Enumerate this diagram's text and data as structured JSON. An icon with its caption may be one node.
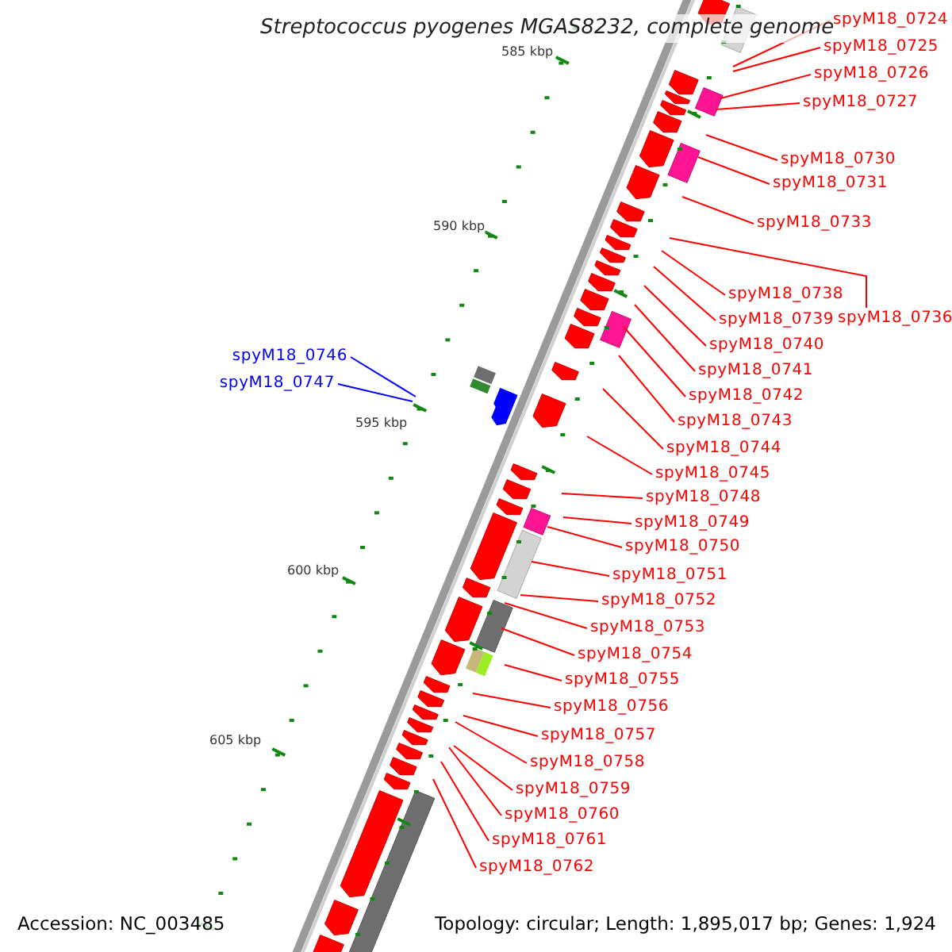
{
  "diagram": {
    "title": "Streptococcus pyogenes MGAS8232, complete genome",
    "nodes": [
      {
        "text": [
          "spyM18_0724"
        ]
      },
      {
        "text": [
          "spyM18_0725"
        ]
      },
      {
        "text": [
          "spyM18_0726"
        ]
      },
      {
        "text": [
          "spyM18_0727"
        ]
      },
      {
        "text": [
          "spyM18_0730"
        ]
      },
      {
        "text": [
          "spyM18_0731"
        ]
      },
      {
        "text": [
          "spyM18_0733"
        ]
      },
      {
        "text": [
          "spyM18_0738"
        ]
      },
      {
        "text": [
          "spyM18_0736"
        ]
      },
      {
        "text": [
          "spyM18_0739"
        ]
      },
      {
        "text": [
          "spyM18_0740"
        ]
      },
      {
        "text": [
          "spyM18_0741"
        ]
      },
      {
        "text": [
          "spyM18_0742"
        ]
      },
      {
        "text": [
          "spyM18_0743"
        ]
      },
      {
        "text": [
          "spyM18_0744"
        ]
      },
      {
        "text": [
          "spyM18_0745"
        ]
      },
      {
        "text": [
          "spyM18_0746"
        ]
      },
      {
        "text": [
          "spyM18_0747"
        ]
      },
      {
        "text": [
          "spyM18_0748"
        ]
      },
      {
        "text": [
          "spyM18_0749"
        ]
      },
      {
        "text": [
          "spyM18_0750"
        ]
      },
      {
        "text": [
          "spyM18_0751"
        ]
      },
      {
        "text": [
          "spyM18_0752"
        ]
      },
      {
        "text": [
          "spyM18_0753"
        ]
      },
      {
        "text": [
          "spyM18_0754"
        ]
      },
      {
        "text": [
          "spyM18_0755"
        ]
      },
      {
        "text": [
          "spyM18_0756"
        ]
      },
      {
        "text": [
          "spyM18_0757"
        ]
      },
      {
        "text": [
          "spyM18_0758"
        ]
      },
      {
        "text": [
          "spyM18_0759"
        ]
      },
      {
        "text": [
          "spyM18_0760"
        ]
      },
      {
        "text": [
          "spyM18_0761"
        ]
      },
      {
        "text": [
          "spyM18_0762"
        ]
      }
    ],
    "edges": [
      {
        "from": 0,
        "to": null,
        "arrow": "none"
      },
      {
        "from": 1,
        "to": null,
        "arrow": "none"
      },
      {
        "from": 2,
        "to": null,
        "arrow": "none"
      },
      {
        "from": 3,
        "to": null,
        "arrow": "none"
      },
      {
        "from": 4,
        "to": null,
        "arrow": "none"
      },
      {
        "from": 5,
        "to": null,
        "arrow": "none"
      },
      {
        "from": 6,
        "to": null,
        "arrow": "none"
      },
      {
        "from": 7,
        "to": null,
        "arrow": "none"
      },
      {
        "from": 8,
        "to": null,
        "arrow": "none"
      },
      {
        "from": 9,
        "to": null,
        "arrow": "none"
      },
      {
        "from": 10,
        "to": null,
        "arrow": "none"
      },
      {
        "from": 11,
        "to": null,
        "arrow": "none"
      },
      {
        "from": 12,
        "to": null,
        "arrow": "none"
      },
      {
        "from": 13,
        "to": null,
        "arrow": "none"
      },
      {
        "from": 14,
        "to": null,
        "arrow": "none"
      },
      {
        "from": 15,
        "to": null,
        "arrow": "none"
      },
      {
        "from": 16,
        "to": null,
        "arrow": "none",
        "color": "#0000ff"
      },
      {
        "from": 17,
        "to": null,
        "arrow": "none",
        "color": "#0000ff"
      },
      {
        "from": 18,
        "to": null,
        "arrow": "none"
      },
      {
        "from": 19,
        "to": null,
        "arrow": "none"
      },
      {
        "from": 20,
        "to": null,
        "arrow": "none"
      },
      {
        "from": 21,
        "to": null,
        "arrow": "none"
      },
      {
        "from": 22,
        "to": null,
        "arrow": "none"
      },
      {
        "from": 23,
        "to": null,
        "arrow": "none"
      },
      {
        "from": 24,
        "to": null,
        "arrow": "none"
      },
      {
        "from": 25,
        "to": null,
        "arrow": "none"
      },
      {
        "from": 26,
        "to": null,
        "arrow": "none"
      },
      {
        "from": 27,
        "to": null,
        "arrow": "none"
      },
      {
        "from": 28,
        "to": null,
        "arrow": "none"
      },
      {
        "from": 29,
        "to": null,
        "arrow": "none"
      },
      {
        "from": 30,
        "to": null,
        "arrow": "none"
      },
      {
        "from": 31,
        "to": null,
        "arrow": "none"
      },
      {
        "from": 32,
        "to": null,
        "arrow": "none"
      }
    ],
    "labels": [
      "585 kbp",
      "590 kbp",
      "595 kbp",
      "600 kbp",
      "605 kbp",
      "Accession: NC_003485",
      "Topology: circular; Length: 1,895,017 bp; Genes: 1,924"
    ]
  }
}
